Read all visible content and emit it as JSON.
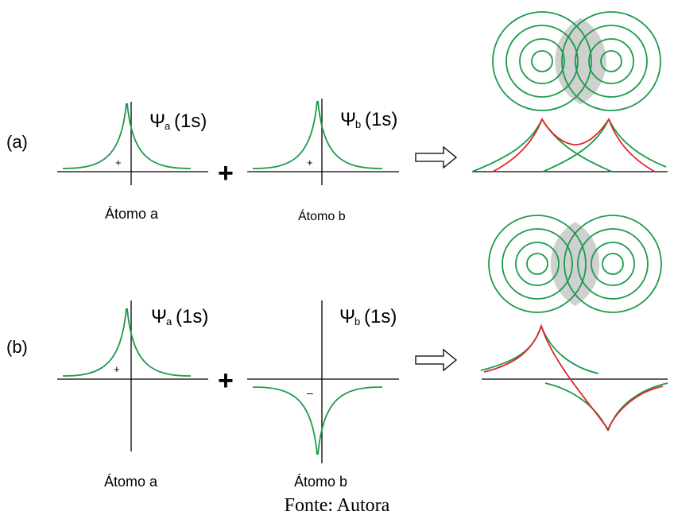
{
  "rows": [
    {
      "label": "(a)",
      "psi_a": "Ψ",
      "sub_a": "a",
      "orbital_a": "(1s)",
      "psi_b": "Ψ",
      "sub_b": "b",
      "orbital_b": "(1s)",
      "sign_a": "+",
      "sign_b": "+",
      "operator": "+",
      "atom_a": "Átomo a",
      "atom_b": "Átomo b"
    },
    {
      "label": "(b)",
      "psi_a": "Ψ",
      "sub_a": "a",
      "orbital_a": "(1s)",
      "psi_b": "Ψ",
      "sub_b": "b",
      "orbital_b": "(1s)",
      "sign_a": "+",
      "sign_b": "–",
      "operator": "+",
      "atom_a": "Átomo a",
      "atom_b": "Átomo b"
    }
  ],
  "caption": "Fonte: Autora",
  "colors": {
    "wave": "#1a9b4a",
    "combined": "#e0262a",
    "overlap": "#d0d0d0",
    "axis": "#000000"
  }
}
